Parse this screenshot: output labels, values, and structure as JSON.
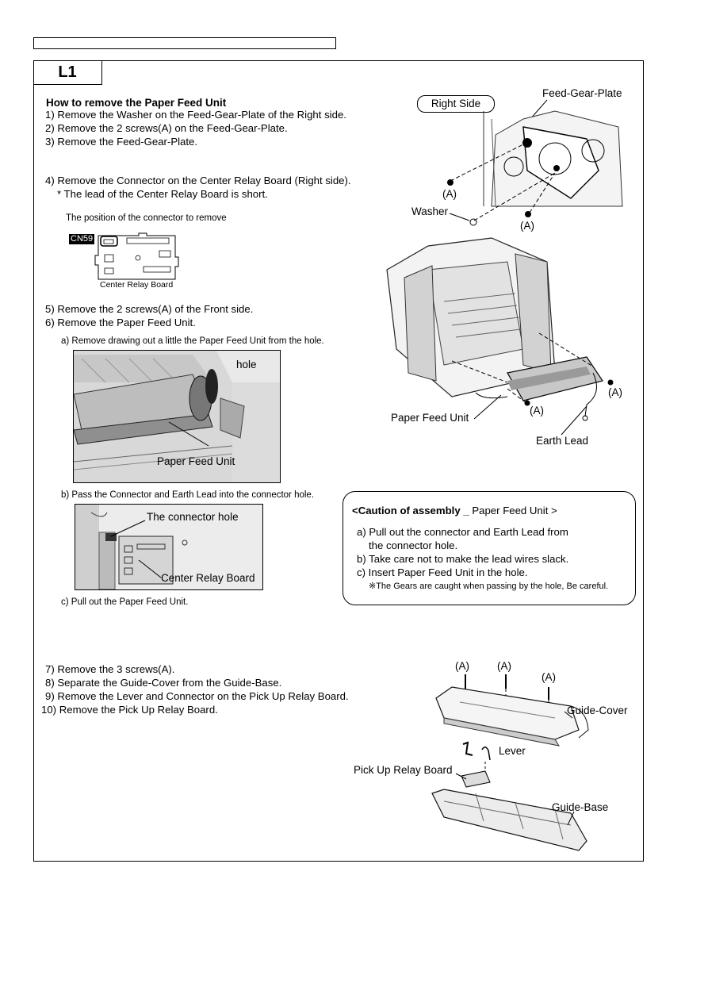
{
  "section_tab": "L1",
  "heading": "How to remove the Paper Feed Unit",
  "steps_a": [
    "1) Remove the Washer on the Feed-Gear-Plate of the Right side.",
    "2) Remove the 2 screws(A) on the Feed-Gear-Plate.",
    "3) Remove the Feed-Gear-Plate."
  ],
  "step4": "4) Remove the Connector on the Center Relay Board (Right side).",
  "step4_note": "* The lead of the Center Relay Board is short.",
  "connector_position_caption": "The position of the connector to remove",
  "cn_label": "CN59",
  "center_relay_board_caption": "Center Relay Board",
  "steps_b": [
    "5) Remove the 2 screws(A) of the Front side.",
    "6) Remove the Paper Feed Unit."
  ],
  "sub_a": "a) Remove drawing out a little the Paper Feed Unit from the hole.",
  "photo1_labels": {
    "hole": "hole",
    "paper_feed_unit": "Paper Feed Unit"
  },
  "sub_b": "b) Pass the Connector  and Earth Lead into the connector hole.",
  "photo2_labels": {
    "connector_hole": "The connector hole",
    "center_relay_board": "Center Relay Board"
  },
  "sub_c": "c) Pull out the Paper Feed Unit.",
  "diagram1_labels": {
    "right_side": "Right Side",
    "feed_gear_plate": "Feed-Gear-Plate",
    "screw_a": "(A)",
    "washer": "Washer"
  },
  "diagram2_labels": {
    "paper_feed_unit": "Paper Feed Unit",
    "earth_lead": "Earth Lead",
    "screw_a": "(A)"
  },
  "caution": {
    "title_bold": "<Caution of assembly _",
    "title_rest": " Paper Feed Unit >",
    "lines": [
      "a) Pull out the connector and Earth Lead from",
      "the connector hole.",
      "b) Take care not to make the lead wires slack.",
      "c) Insert Paper Feed Unit in the hole."
    ],
    "note": "※The Gears are caught when passing by the hole, Be careful."
  },
  "steps_c": [
    "7) Remove the 3 screws(A).",
    "8) Separate the Guide-Cover from the Guide-Base.",
    "9) Remove the Lever and Connector on the Pick Up Relay Board.",
    "10) Remove the Pick Up Relay Board."
  ],
  "diagram3_labels": {
    "screw_a": "(A)",
    "guide_cover": "Guide-Cover",
    "lever": "Lever",
    "pick_up_relay_board": "Pick Up Relay Board",
    "guide_base": "Guide-Base"
  }
}
